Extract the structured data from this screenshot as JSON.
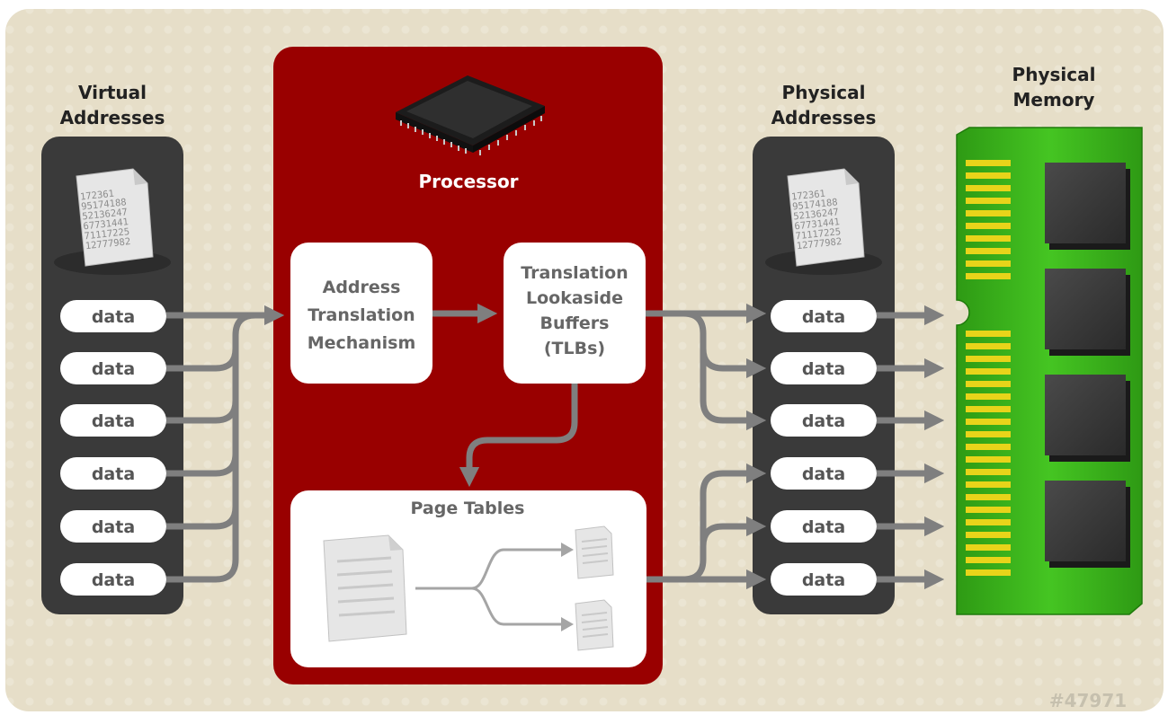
{
  "virtual": {
    "title": [
      "Virtual",
      "Addresses"
    ],
    "doc_numbers": [
      "172361",
      "95174188",
      "52136247",
      "67731441",
      "71117225",
      "12777982"
    ],
    "pills": [
      "data",
      "data",
      "data",
      "data",
      "data",
      "data"
    ]
  },
  "processor": {
    "title": "Processor",
    "atm": [
      "Address",
      "Translation",
      "Mechanism"
    ],
    "tlb": [
      "Translation",
      "Lookaside",
      "Buffers",
      "(TLBs)"
    ],
    "page_tables": "Page Tables"
  },
  "physical": {
    "title": [
      "Physical",
      "Addresses"
    ],
    "doc_numbers": [
      "172361",
      "95174188",
      "52136247",
      "67731441",
      "71117225",
      "12777982"
    ],
    "pills": [
      "data",
      "data",
      "data",
      "data",
      "data",
      "data"
    ]
  },
  "memory": {
    "title": [
      "Physical",
      "Memory"
    ]
  },
  "figure_id": "#47971",
  "colors": {
    "background": "#e6dec8",
    "panel_dark": "#3a3a3a",
    "processor_red": "#990000",
    "arrow_gray": "#7f7f7f",
    "ram_green": "#3cb81e",
    "ram_contacts": "#e8d41a"
  }
}
